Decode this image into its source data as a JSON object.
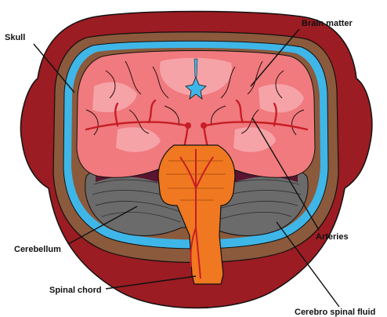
{
  "labels": {
    "skull": "Skull",
    "brain_matter": "Brain matter",
    "cerebellum": "Cerebellum",
    "arteries": "Arteries",
    "spinal_chord": "Spinal chord",
    "csf": "Cerebro spinal fluid"
  },
  "colors": {
    "head": "#9b1c22",
    "skull": "#8b5a3c",
    "csf": "#3fb6e8",
    "brain": "#f07a7e",
    "brain_light": "#f6a3a8",
    "arteries": "#c81d25",
    "cerebellum": "#6b6b6b",
    "brainstem": "#f07820",
    "dark_tissue": "#5a1530"
  }
}
